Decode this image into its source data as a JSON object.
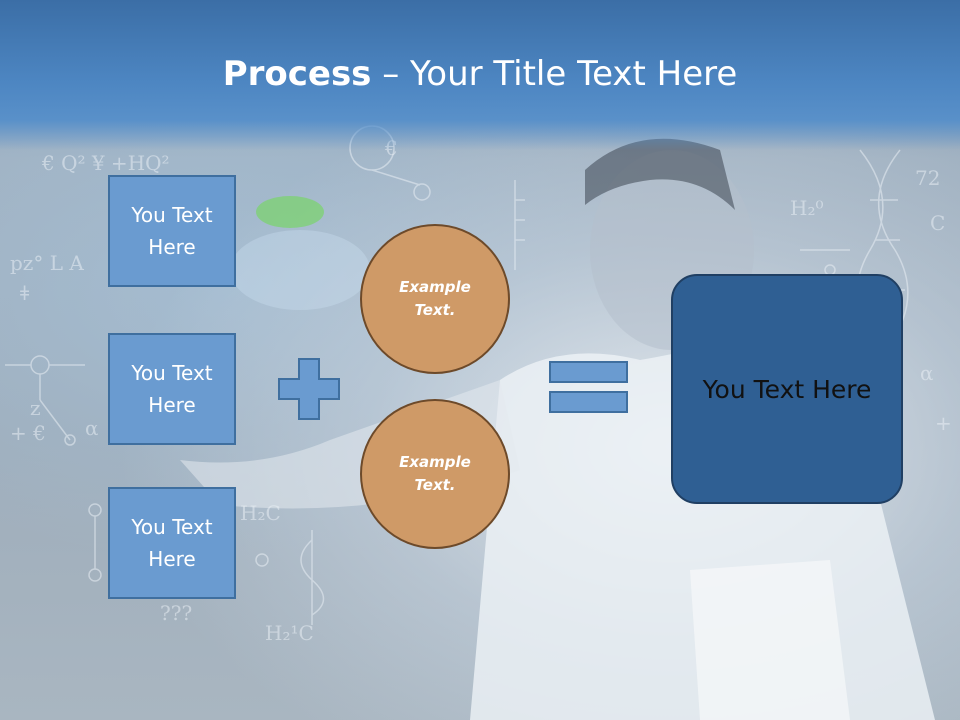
{
  "title": {
    "bold": "Process",
    "rest": " – Your Title Text Here"
  },
  "left_boxes": [
    {
      "label": "You Text Here"
    },
    {
      "label": "You Text Here"
    },
    {
      "label": "You Text Here"
    }
  ],
  "circles": [
    {
      "label": "Example Text."
    },
    {
      "label": "Example Text."
    }
  ],
  "result": {
    "label": "You Text Here"
  },
  "colors": {
    "header": "#4d86c2",
    "box_fill": "#6a9bd0",
    "circle_fill": "#cf9a67",
    "result_fill": "#2f5f93"
  }
}
